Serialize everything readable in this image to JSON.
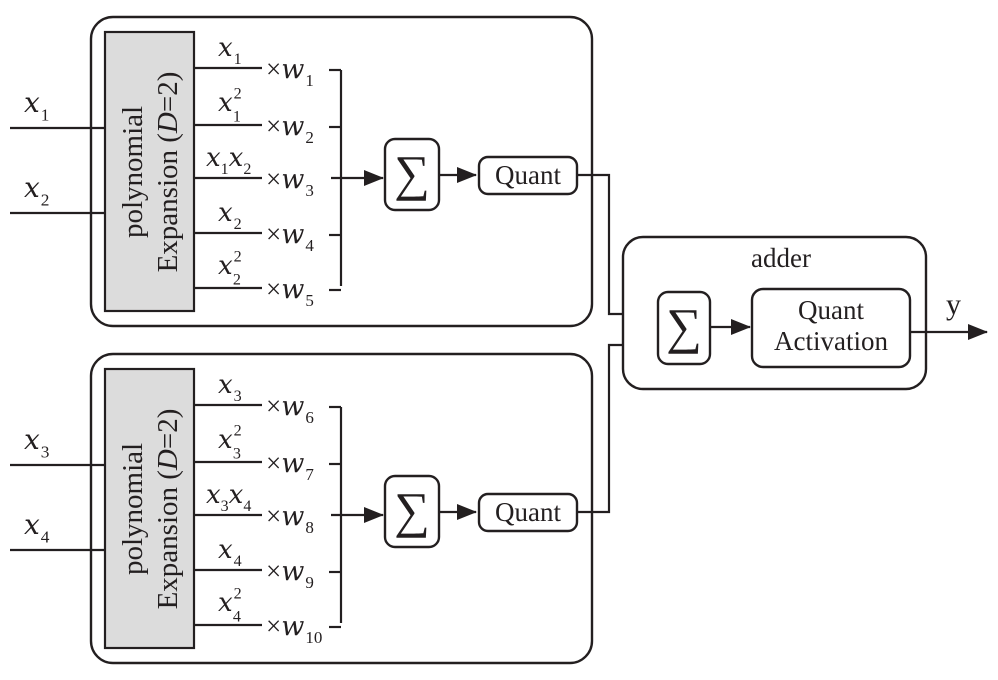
{
  "colors": {
    "ink": "#231f20",
    "expansion_fill": "#dcdcdc",
    "background": "#ffffff"
  },
  "icons": {
    "sum": "sigma-summation-icon",
    "arrow": "arrow-head-icon"
  },
  "blocks": [
    {
      "inputs": [
        {
          "base": "x",
          "sub": "1"
        },
        {
          "base": "x",
          "sub": "2"
        }
      ],
      "expansion": {
        "line1": "polynomial",
        "line2_pre": "Expansion (",
        "line2_var": "D",
        "line2_post": "=2)"
      },
      "terms": [
        {
          "kind": "single",
          "base": "x",
          "sub": "1",
          "sup": ""
        },
        {
          "kind": "single",
          "base": "x",
          "sub": "1",
          "sup": "2"
        },
        {
          "kind": "product",
          "base": "x",
          "sub": "1",
          "base2": "x",
          "sub2": "2"
        },
        {
          "kind": "single",
          "base": "x",
          "sub": "2",
          "sup": ""
        },
        {
          "kind": "single",
          "base": "x",
          "sub": "2",
          "sup": "2"
        }
      ],
      "weights": [
        {
          "times": "×",
          "base": "w",
          "sub": "1"
        },
        {
          "times": "×",
          "base": "w",
          "sub": "2"
        },
        {
          "times": "×",
          "base": "w",
          "sub": "3"
        },
        {
          "times": "×",
          "base": "w",
          "sub": "4"
        },
        {
          "times": "×",
          "base": "w",
          "sub": "5"
        }
      ],
      "sum_symbol": "∑",
      "quant_label": "Quant"
    },
    {
      "inputs": [
        {
          "base": "x",
          "sub": "3"
        },
        {
          "base": "x",
          "sub": "4"
        }
      ],
      "expansion": {
        "line1": "polynomial",
        "line2_pre": "Expansion (",
        "line2_var": "D",
        "line2_post": "=2)"
      },
      "terms": [
        {
          "kind": "single",
          "base": "x",
          "sub": "3",
          "sup": ""
        },
        {
          "kind": "single",
          "base": "x",
          "sub": "3",
          "sup": "2"
        },
        {
          "kind": "product",
          "base": "x",
          "sub": "3",
          "base2": "x",
          "sub2": "4"
        },
        {
          "kind": "single",
          "base": "x",
          "sub": "4",
          "sup": ""
        },
        {
          "kind": "single",
          "base": "x",
          "sub": "4",
          "sup": "2"
        }
      ],
      "weights": [
        {
          "times": "×",
          "base": "w",
          "sub": "6"
        },
        {
          "times": "×",
          "base": "w",
          "sub": "7"
        },
        {
          "times": "×",
          "base": "w",
          "sub": "8"
        },
        {
          "times": "×",
          "base": "w",
          "sub": "9"
        },
        {
          "times": "×",
          "base": "w",
          "sub": "10"
        }
      ],
      "sum_symbol": "∑",
      "quant_label": "Quant"
    }
  ],
  "adder": {
    "title": "adder",
    "sum_symbol": "∑",
    "activation_line1": "Quant",
    "activation_line2": "Activation",
    "output_label": "y"
  }
}
